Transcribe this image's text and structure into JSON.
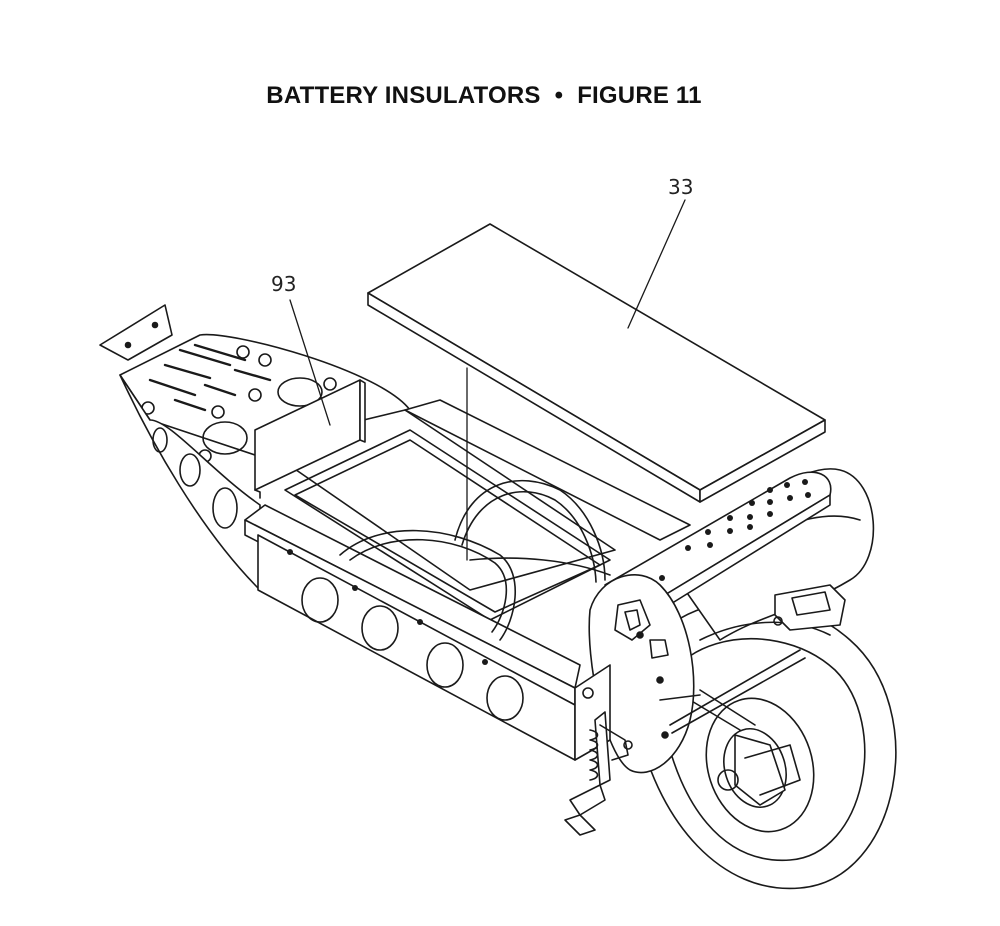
{
  "figure": {
    "title_main": "BATTERY INSULATORS",
    "title_separator": "•",
    "title_figure": "FIGURE 11"
  },
  "callouts": [
    {
      "id": "33",
      "label": "33"
    },
    {
      "id": "93",
      "label": "93"
    }
  ]
}
